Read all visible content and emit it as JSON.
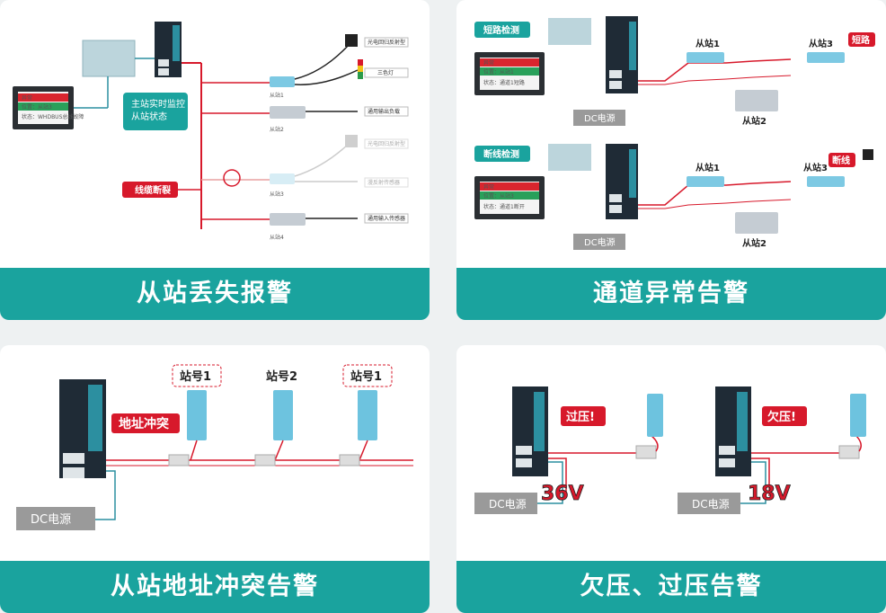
{
  "panels": {
    "p1": {
      "title": "从站丢失报警",
      "monitor_callout": [
        "主站实时监控",
        "从站状态"
      ],
      "alarm_tag": "线缆断裂",
      "hmi_rows": [
        "异常",
        "位置：从站3",
        "状态：WHDBUS总线故障"
      ],
      "slaves": [
        "从站1",
        "从站2",
        "从站3",
        "从站4"
      ],
      "devices": [
        "光电回归反射型",
        "三色灯",
        "通用输出负载",
        "光电回归反射型",
        "漫反射传感器",
        "通用输入传感器"
      ]
    },
    "p2": {
      "title": "通道异常告警",
      "short": {
        "tag": "短路检测",
        "fault": "短路",
        "hmi_rows": [
          "异常",
          "位置：从站1",
          "状态：通道1短路"
        ],
        "slaves": [
          "从站1",
          "从站2",
          "从站3"
        ],
        "dc": "DC电源"
      },
      "open": {
        "tag": "断线检测",
        "fault": "断线",
        "hmi_rows": [
          "异常",
          "位置：从站3",
          "状态：通道1断开"
        ],
        "slaves": [
          "从站1",
          "从站2",
          "从站3"
        ],
        "dc": "DC电源"
      }
    },
    "p3": {
      "title": "从站地址冲突告警",
      "conflict_tag": "地址冲突",
      "stations": [
        "站号1",
        "站号2",
        "站号1"
      ],
      "dc": "DC电源"
    },
    "p4": {
      "title": "欠压、过压告警",
      "left": {
        "tag": "过压!",
        "voltage": "36V",
        "dc": "DC电源"
      },
      "right": {
        "tag": "欠压!",
        "voltage": "18V",
        "dc": "DC电源"
      }
    }
  },
  "colors": {
    "teal": "#1aa39e",
    "red": "#d7192b",
    "dark": "#1f2b36",
    "gray": "#9a9a9a"
  }
}
